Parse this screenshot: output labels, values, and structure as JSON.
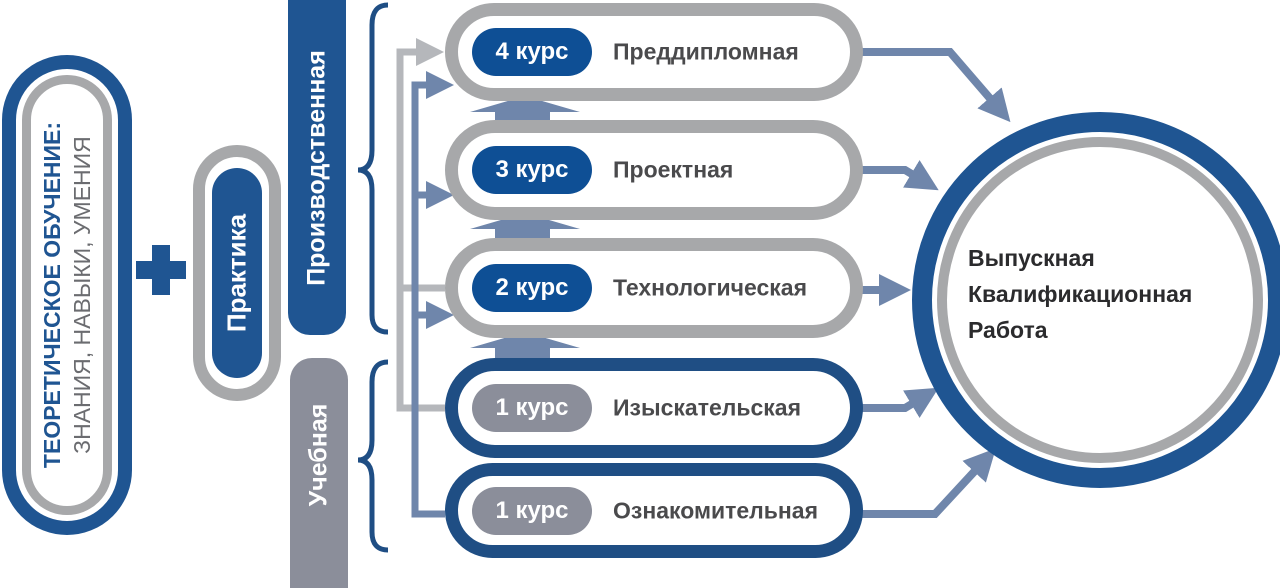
{
  "theory": {
    "line1": "ТЕОРЕТИЧЕСКОЕ ОБУЧЕНИЕ:",
    "line2": "ЗНАНИЯ, НАВЫКИ, УМЕНИЯ"
  },
  "practice": "Практика",
  "categories": {
    "production": "Производственная",
    "educational": "Учебная"
  },
  "courses": [
    {
      "badge": "4 курс",
      "name": "Преддипломная"
    },
    {
      "badge": "3 курс",
      "name": "Проектная"
    },
    {
      "badge": "2 курс",
      "name": "Технологическая"
    },
    {
      "badge": "1 курс",
      "name": "Изыскательская"
    },
    {
      "badge": "1 курс",
      "name": "Ознакомительная"
    }
  ],
  "result": {
    "line1": "Выпускная",
    "line2": "Квалификационная",
    "line3": "Работа"
  },
  "colors": {
    "blue": "#1f5592",
    "gray": "#a7a8aa",
    "arrow": "#6f86ab"
  }
}
